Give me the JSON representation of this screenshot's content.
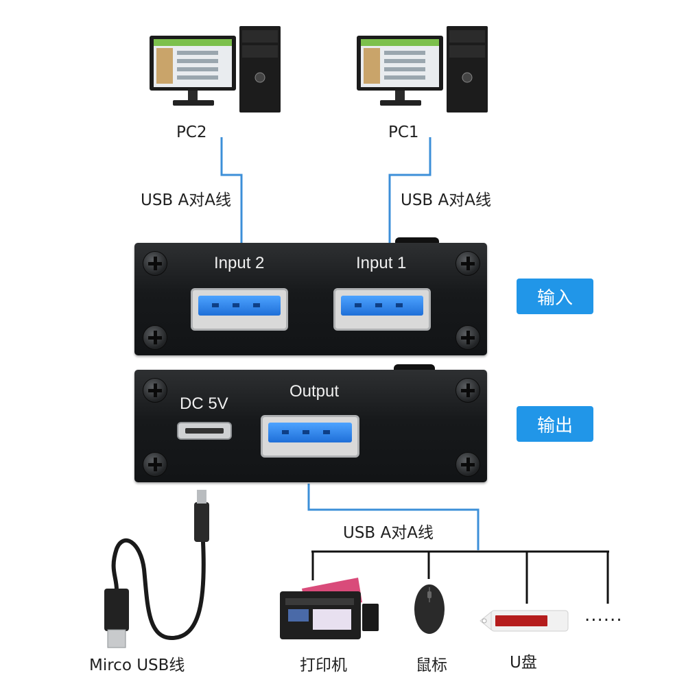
{
  "pcs": [
    {
      "label": "PC2"
    },
    {
      "label": "PC1"
    }
  ],
  "cables": {
    "pc2": "USB A对A线",
    "pc1": "USB A对A线",
    "output": "USB A对A线",
    "micro": "Mirco USB线"
  },
  "input_panel": {
    "port2_label": "Input  2",
    "port1_label": "Input  1",
    "badge": "输入"
  },
  "output_panel": {
    "dc_label": "DC 5V",
    "output_label": "Output",
    "badge": "输出"
  },
  "devices": [
    {
      "label": "打印机"
    },
    {
      "label": "鼠标"
    },
    {
      "label": "U盘"
    }
  ],
  "more": "......",
  "colors": {
    "line": "#3c8fd8",
    "badge": "#2196e8",
    "panel": "#1a1c1e",
    "usb_blue": "#2f86ec"
  }
}
